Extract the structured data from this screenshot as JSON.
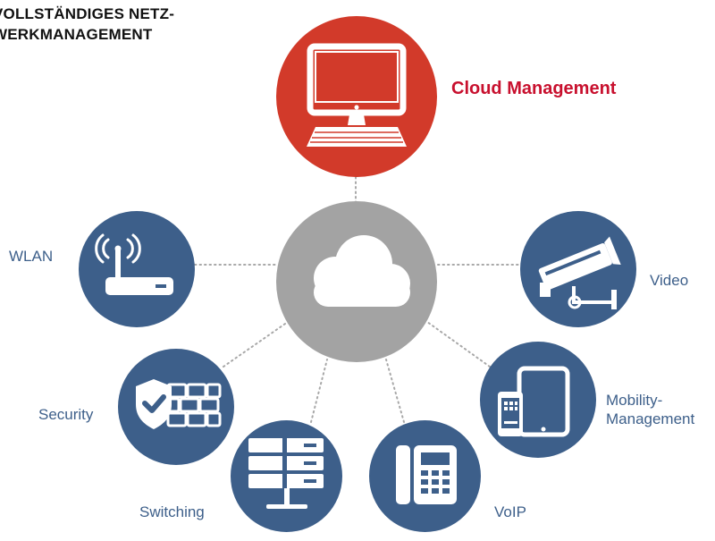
{
  "title": {
    "line1": "VOLLSTÄNDIGES NETZ-",
    "line2": "WERKMANAGEMENT"
  },
  "hub": {
    "label": "Cloud Management",
    "icon": "desktop-monitor-icon",
    "color": "#d23a2a",
    "label_color": "#c8102e"
  },
  "center": {
    "icon": "cloud-icon",
    "color": "#a3a3a3"
  },
  "services": [
    {
      "key": "wlan",
      "label": "WLAN",
      "icon": "wifi-router-icon"
    },
    {
      "key": "security",
      "label": "Security",
      "icon": "shield-firewall-icon"
    },
    {
      "key": "switching",
      "label": "Switching",
      "icon": "network-switch-icon"
    },
    {
      "key": "voip",
      "label": "VoIP",
      "icon": "desk-phone-icon"
    },
    {
      "key": "mobility",
      "label_line1": "Mobility-",
      "label_line2": "Management",
      "icon": "tablet-phone-icon"
    },
    {
      "key": "video",
      "label": "Video",
      "icon": "security-camera-icon"
    }
  ],
  "colors": {
    "node": "#3d5f8a",
    "connector": "#a8a8a8"
  }
}
